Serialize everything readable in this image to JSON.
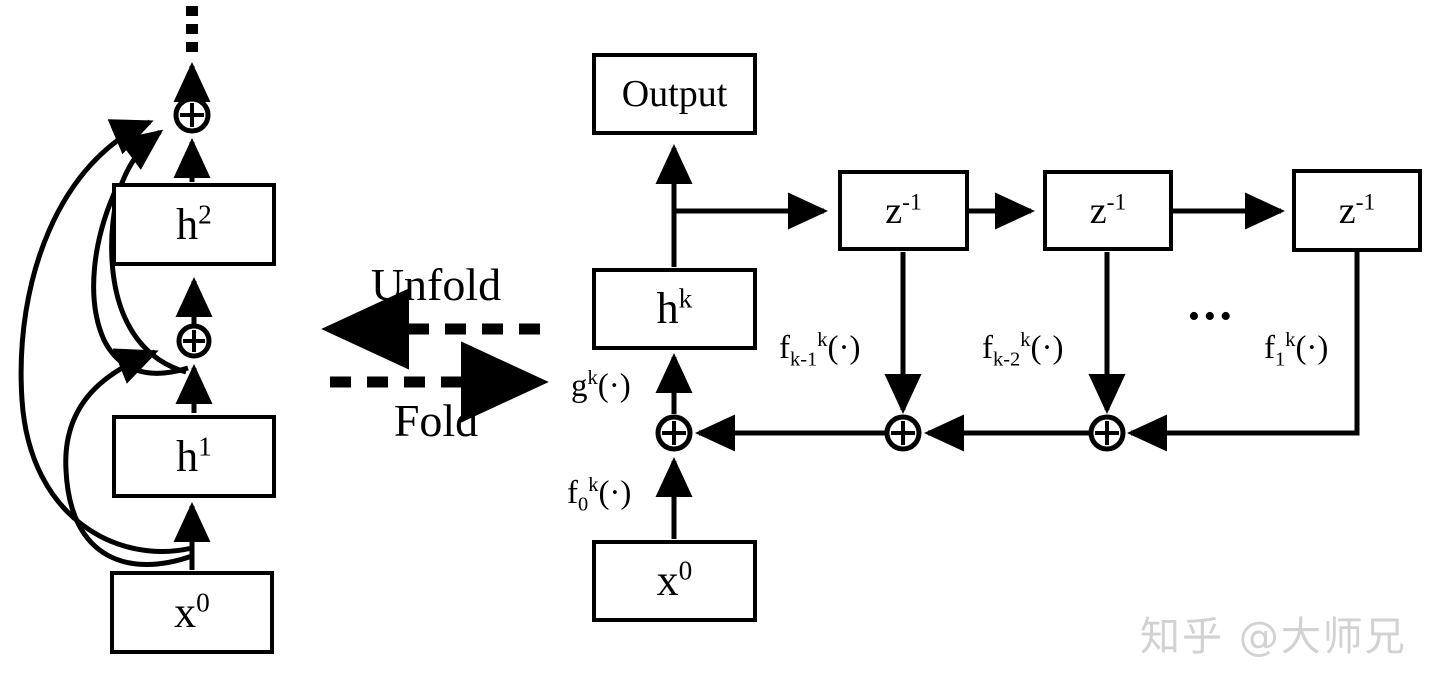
{
  "figure": {
    "title": "Folded and unfolded view of a residual network",
    "background_color": "#ffffff",
    "stroke_color": "#000000"
  },
  "folded_diagram": {
    "name": "folded-network",
    "input_label": "x0",
    "nodes": [
      {
        "id": "x0",
        "label_base": "x",
        "label_sup": "0"
      },
      {
        "id": "h1",
        "label_base": "h",
        "label_sup": "1"
      },
      {
        "id": "h2",
        "label_base": "h",
        "label_sup": "2"
      }
    ],
    "adders": [
      {
        "id": "add-lower",
        "symbol": "⊕"
      },
      {
        "id": "add-upper",
        "symbol": "⊕"
      }
    ],
    "continuation": "vertical-ellipsis"
  },
  "transition": {
    "unfold_label": "Unfold",
    "fold_label": "Fold"
  },
  "unfolded_diagram": {
    "name": "unfolded-network",
    "output_box": "Output",
    "state_box_base": "h",
    "state_box_sup": "k",
    "input_box_base": "x",
    "input_box_sup": "0",
    "delay_boxes": [
      {
        "id": "z1",
        "base": "z",
        "sup": "-1"
      },
      {
        "id": "z2",
        "base": "z",
        "sup": "-1"
      },
      {
        "id": "z3",
        "base": "z",
        "sup": "-1"
      }
    ],
    "delay_ellipsis": "•••",
    "adders": [
      {
        "id": "add-0",
        "symbol": "⊕"
      },
      {
        "id": "add-1",
        "symbol": "⊕"
      },
      {
        "id": "add-2",
        "symbol": "⊕"
      }
    ],
    "function_labels": [
      {
        "id": "g-k",
        "base": "g",
        "sub": "",
        "sup": "k",
        "arg": "(·)"
      },
      {
        "id": "f-0-k",
        "base": "f",
        "sub": "0",
        "sup": "k",
        "arg": "(·)"
      },
      {
        "id": "f-km1-k",
        "base": "f",
        "sub": "k-1",
        "sup": "k",
        "arg": "(·)"
      },
      {
        "id": "f-km2-k",
        "base": "f",
        "sub": "k-2",
        "sup": "k",
        "arg": "(·)"
      },
      {
        "id": "f-1-k",
        "base": "f",
        "sub": "1",
        "sup": "k",
        "arg": "(·)"
      }
    ]
  },
  "watermark": {
    "text": "知乎 @大师兄",
    "color": "#d2d2d2"
  }
}
